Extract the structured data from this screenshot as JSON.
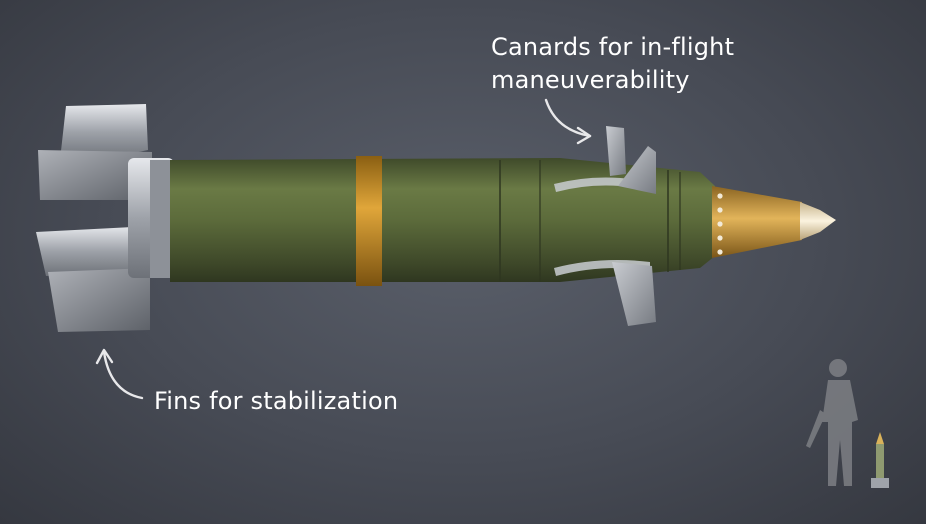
{
  "annotations": {
    "canards": {
      "line1": "Canards for in-flight",
      "line2": "maneuverability"
    },
    "fins": {
      "text": "Fins for stabilization"
    }
  },
  "colors": {
    "body": "#5a6b3c",
    "band": "#c8901f",
    "nose": "#c99a3a",
    "fins": "#b9bcc2",
    "background": "#474b55"
  },
  "icons": [
    "arrow-canards-icon",
    "arrow-fins-icon",
    "soldier-silhouette-icon",
    "shell-scale-icon"
  ]
}
